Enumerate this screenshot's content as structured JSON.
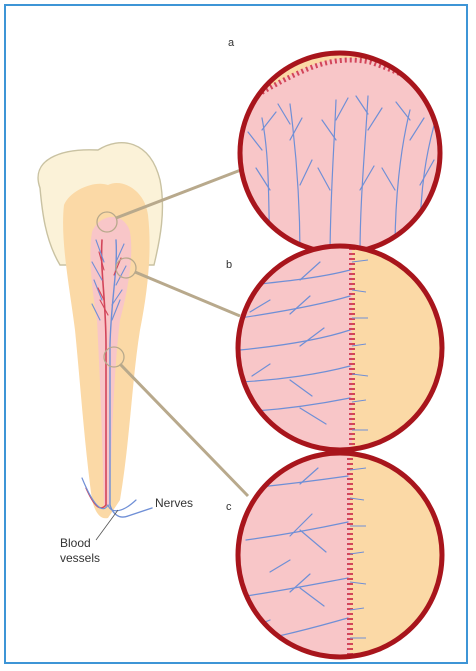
{
  "labels": {
    "a": "a",
    "b": "b",
    "c": "c",
    "nerves": "Nerves",
    "blood_line1": "Blood",
    "blood_line2": "vessels"
  },
  "colors": {
    "frame_border": "#3e95d6",
    "enamel": "#fbf2d8",
    "enamel_outline": "#c9c2a2",
    "dentin": "#fbd9a6",
    "pulp": "#f8c6c8",
    "circle_rim": "#a8151c",
    "nerve": "#6f8fd6",
    "vessel": "#d2455a",
    "leader_line": "#b8a98c"
  },
  "icons": [
    "tooth-illustration",
    "magnified-view-circle"
  ]
}
